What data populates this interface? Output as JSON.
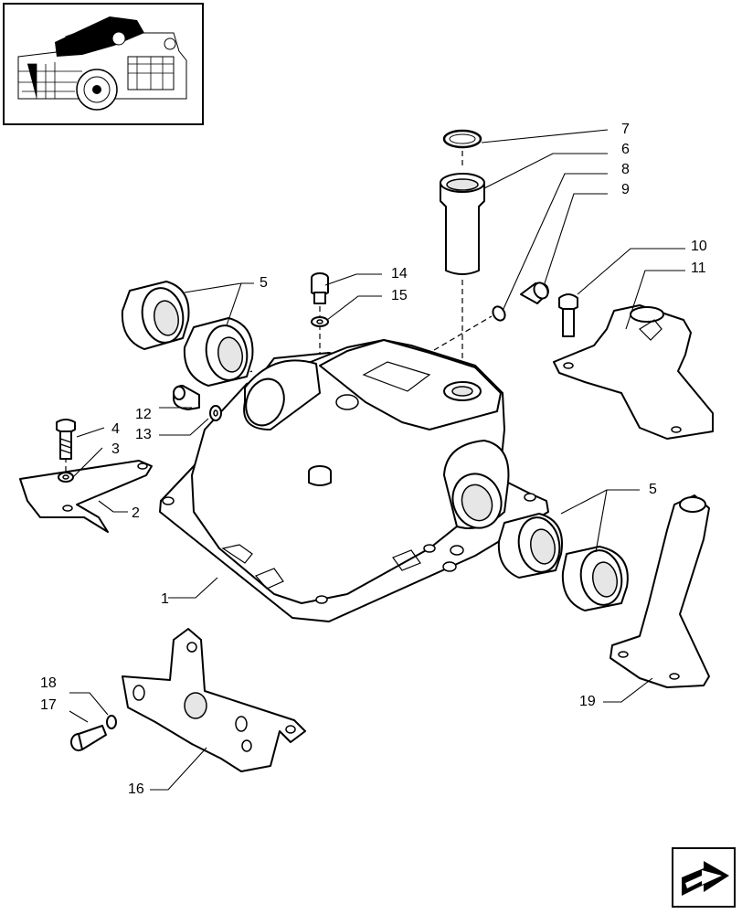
{
  "labels": {
    "l1": "1",
    "l2": "2",
    "l3": "3",
    "l4": "4",
    "l5a": "5",
    "l5b": "5",
    "l6": "6",
    "l7": "7",
    "l8": "8",
    "l9": "9",
    "l10": "10",
    "l11": "11",
    "l12": "12",
    "l13": "13",
    "l14": "14",
    "l15": "15",
    "l16": "16",
    "l17": "17",
    "l18": "18",
    "l19": "19"
  },
  "icons": {
    "thumbnail": "tractor-location-thumbnail-icon",
    "next_page": "next-page-arrow-icon"
  }
}
